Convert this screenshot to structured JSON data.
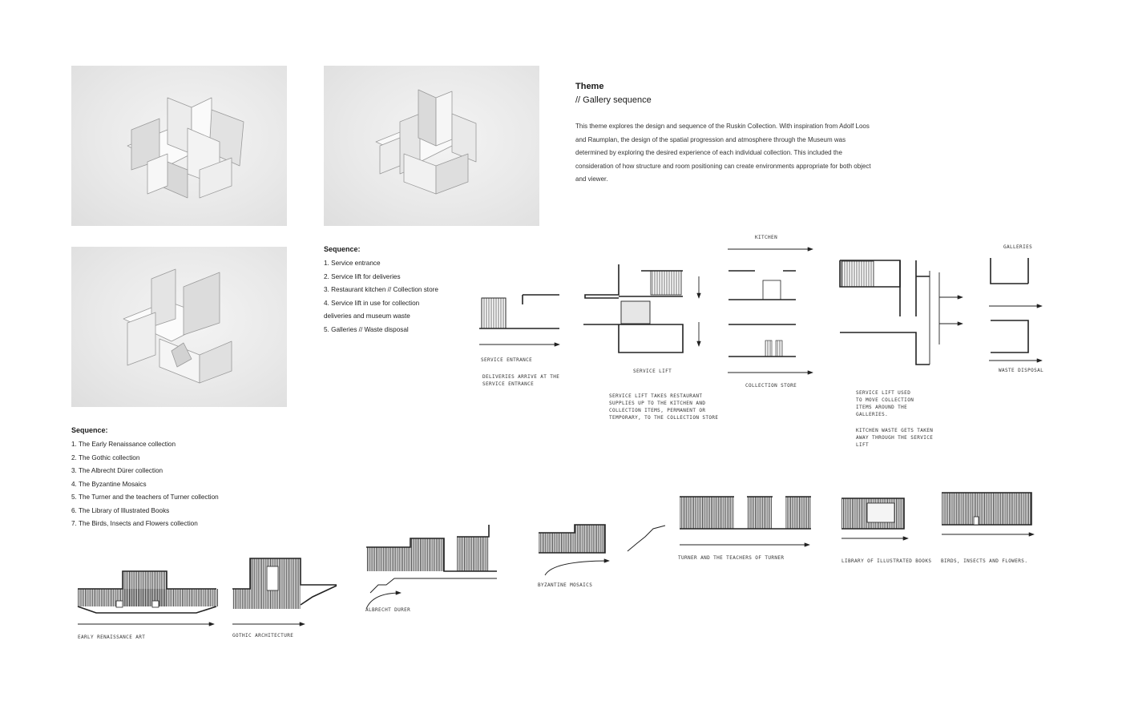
{
  "theme": {
    "title": "Theme",
    "subtitle": "// Gallery sequence",
    "paragraph": "This theme explores the design and sequence of the Ruskin Collection. With inspiration from Adolf Loos and Raumplan, the design of the spatial progression and atmosphere through the Museum was determined by exploring the desired experience of each individual collection. This included the consideration of how structure and room positioning can create environments appropriate for both object and viewer."
  },
  "service_sequence": {
    "title": "Sequence:",
    "items": [
      "1. Service entrance",
      "2. Service lift for deliveries",
      "3. Restaurant kitchen // Collection store",
      "4. Service lift in use for collection",
      "deliveries and museum waste",
      "5. Galleries // Waste disposal"
    ]
  },
  "gallery_sequence": {
    "title": "Sequence:",
    "items": [
      "1. The Early Renaissance collection",
      "2. The Gothic collection",
      "3. The Albrecht Dürer collection",
      "4. The Byzantine Mosaics",
      "5. The Turner and the teachers of Turner collection",
      "6. The Library of Illustrated Books",
      "7. The Birds, Insects and Flowers collection"
    ]
  },
  "service_sketches": {
    "kitchen": "KITCHEN",
    "galleries": "GALLERIES",
    "service_entrance": "SERVICE ENTRANCE",
    "deliveries_note": "DELIVERIES ARRIVE AT THE SERVICE ENTRANCE",
    "service_lift": "SERVICE LIFT",
    "lift_note": "SERVICE LIFT TAKES RESTAURANT SUPPLIES UP TO THE KITCHEN AND COLLECTION ITEMS, PERMANENT OR TEMPORARY, TO THE COLLECTION STORE",
    "collection_store": "COLLECTION STORE",
    "lift_used_note": "SERVICE LIFT USED TO MOVE COLLECTION ITEMS AROUND THE GALLERIES.",
    "waste_note": "KITCHEN WASTE GETS TAKEN AWAY THROUGH THE SERVICE LIFT",
    "waste_disposal": "WASTE DISPOSAL"
  },
  "gallery_sketches": {
    "early_renaissance": "EARLY RENAISSANCE ART",
    "gothic": "GOTHIC ARCHITECTURE",
    "durer": "ALBRECHT DURER",
    "byzantine": "BYZANTINE MOSAICS",
    "turner": "TURNER AND THE TEACHERS OF TURNER",
    "library": "LIBRARY OF ILLUSTRATED BOOKS",
    "birds": "BIRDS, INSECTS AND FLOWERS."
  }
}
